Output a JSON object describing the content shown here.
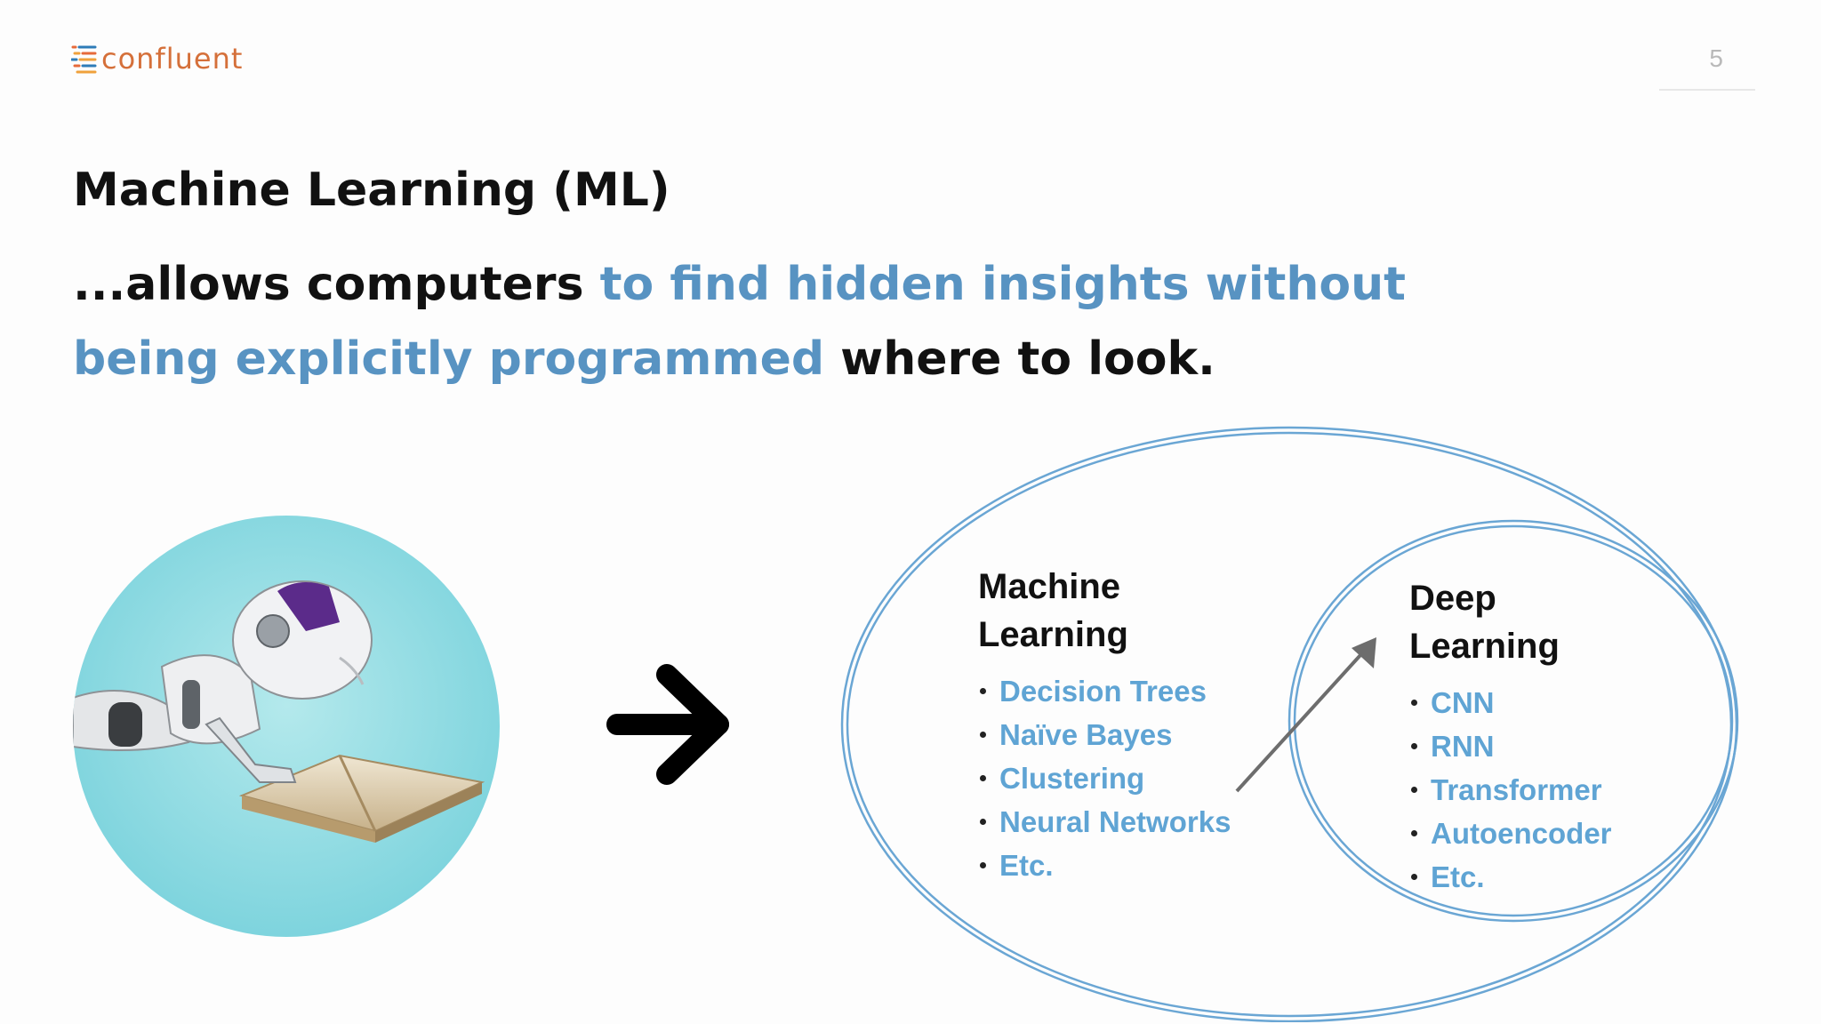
{
  "header": {
    "logo_text": "confluent",
    "page_number": "5"
  },
  "title": "Machine Learning (ML)",
  "subtitle": {
    "part1": "...allows computers ",
    "part2": "to find hidden insights without being explicitly programmed",
    "part3": " where to look."
  },
  "diagram": {
    "outer": {
      "title_line1": "Machine",
      "title_line2": "Learning",
      "items": [
        "Decision Trees",
        "Naïve Bayes",
        "Clustering",
        "Neural Networks",
        "Etc."
      ]
    },
    "inner": {
      "title_line1": "Deep",
      "title_line2": "Learning",
      "items": [
        "CNN",
        "RNN",
        "Transformer",
        "Autoencoder",
        "Etc."
      ]
    }
  },
  "colors": {
    "highlight": "#5893c2",
    "bullet_text": "#5fa4d4",
    "ellipse": "#6aa6d4",
    "logo": "#d5703a",
    "image_background": "#8fd8e0"
  },
  "icons": {
    "logo": "confluent-logo-icon",
    "arrow": "right-arrow-icon",
    "connector": "diagonal-arrow-icon"
  }
}
